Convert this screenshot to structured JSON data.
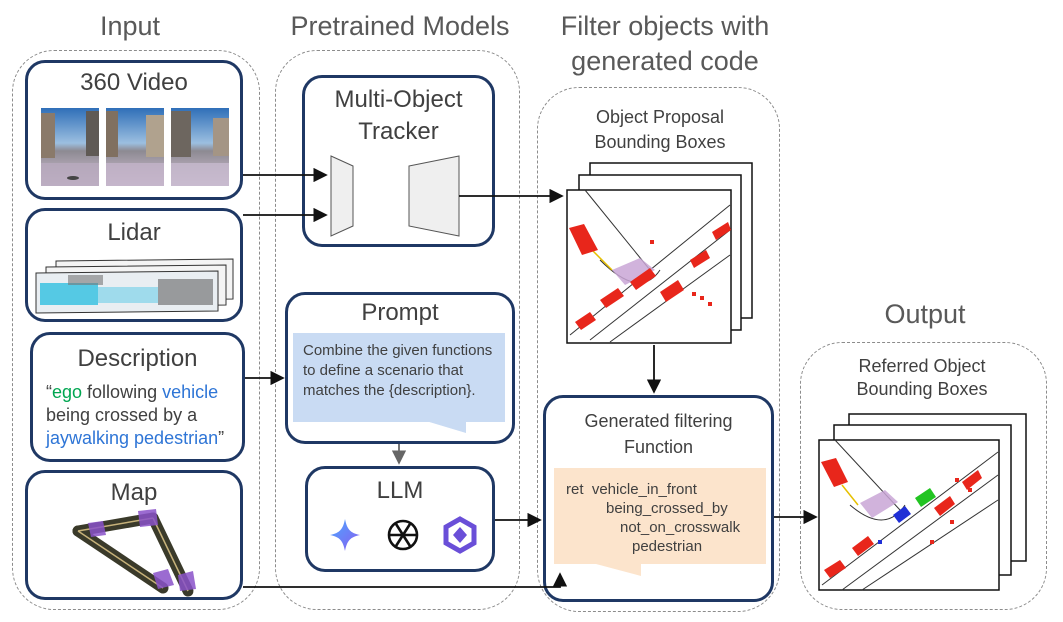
{
  "sections": {
    "input": "Input",
    "pretrained": "Pretrained Models",
    "filter_line1": "Filter objects with",
    "filter_line2": "generated code",
    "output": "Output"
  },
  "input_boxes": {
    "video": "360 Video",
    "lidar": "Lidar",
    "description_title": "Description",
    "description": {
      "open_quote": "“",
      "ego": "ego",
      "following": " following ",
      "vehicle": "vehicle",
      "line2": "being crossed by a",
      "jaywalking": "jaywalking pedestrian",
      "close_quote": "”"
    },
    "map": "Map"
  },
  "pretrained_boxes": {
    "tracker_line1": "Multi-Object",
    "tracker_line2": "Tracker",
    "prompt_title": "Prompt",
    "prompt_text": "Combine the given functions to define a scenario that matches the {description}.",
    "llm": "LLM"
  },
  "filter": {
    "proposal_line1": "Object Proposal",
    "proposal_line2": "Bounding Boxes",
    "function_line1": "Generated filtering",
    "function_line2": "Function",
    "code": {
      "line1": "ret  vehicle_in_front",
      "line2": "being_crossed_by",
      "line3": "not_on_crosswalk",
      "line4": "pedestrian"
    }
  },
  "output": {
    "referred_line1": "Referred Object",
    "referred_line2": "Bounding Boxes"
  },
  "colors": {
    "dark_navy": "#1f3864",
    "prompt_blue": "#c9dbf3",
    "code_orange": "#fce4cc",
    "box_red": "#e8261b",
    "highlight_green": "#22c422",
    "highlight_blue": "#1f2fd6"
  },
  "icons": [
    "gemini-icon",
    "openai-icon",
    "qwen-icon"
  ]
}
